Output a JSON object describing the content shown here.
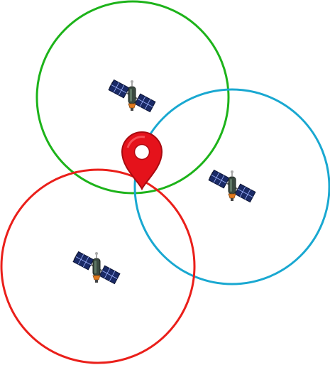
{
  "diagram": {
    "type": "trilateration",
    "circles": [
      {
        "id": "green",
        "color": "#1db31a"
      },
      {
        "id": "blue",
        "color": "#19a8d1"
      },
      {
        "id": "red",
        "color": "#ea1f1a"
      }
    ],
    "satellites": [
      {
        "id": "sat-green",
        "icon": "satellite-icon"
      },
      {
        "id": "sat-blue",
        "icon": "satellite-icon"
      },
      {
        "id": "sat-red",
        "icon": "satellite-icon"
      }
    ],
    "marker": {
      "icon": "location-pin-icon",
      "color": "#e5121b"
    }
  }
}
